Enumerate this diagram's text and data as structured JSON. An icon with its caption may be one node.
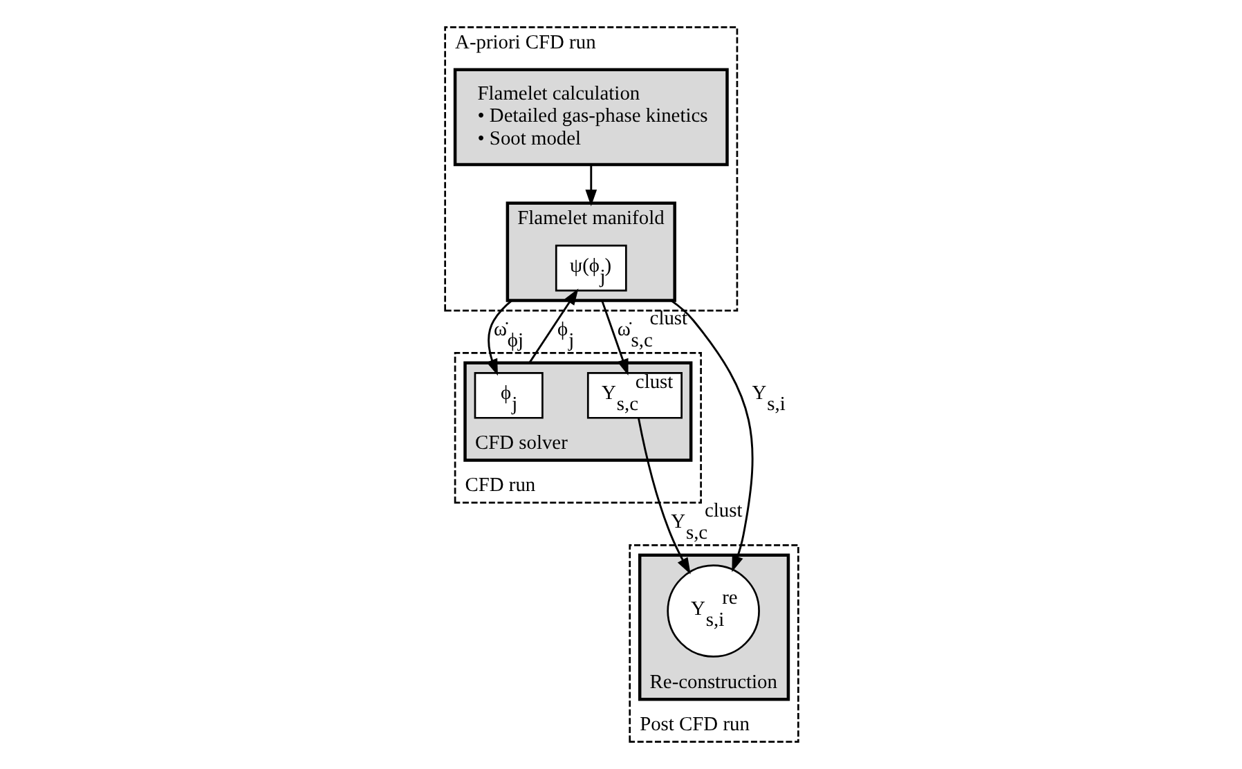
{
  "diagram": {
    "nodes": [
      {
        "text": [
          "A-priori CFD run"
        ]
      },
      {
        "text": [
          "Flamelet calculation",
          "• Detailed gas-phase kinetics",
          "• Soot model"
        ],
        "in": 0
      },
      {
        "text": [
          "Flamelet manifold"
        ],
        "in": 0
      },
      {
        "text": [
          "ψ(ϕ$_{j}$)"
        ],
        "in": 2
      },
      {
        "text": [
          "CFD run"
        ]
      },
      {
        "text": [
          "CFD solver"
        ],
        "in": 4
      },
      {
        "text": [
          "ϕ$_{j}$"
        ],
        "in": 5
      },
      {
        "text": [
          "Y$_{s,c}$$^{clust}$"
        ],
        "in": 5
      },
      {
        "text": [
          "Post CFD run"
        ]
      },
      {
        "text": [
          "Re-construction"
        ],
        "in": 8
      },
      {
        "text": [
          "Y$_{s,i}$$^{re}$"
        ],
        "in": 9
      }
    ],
    "edges": [
      {
        "from": 1,
        "to": 2,
        "arrow": "to"
      },
      {
        "from": 2,
        "to": 6,
        "arrow": "to",
        "label": "ω̇$_{ϕj}$"
      },
      {
        "from": 5,
        "to": 3,
        "arrow": "to",
        "label": "ϕ$_{j}$"
      },
      {
        "from": 2,
        "to": 7,
        "arrow": "to",
        "label": "ω̇$_{s,c}$$^{clust}$"
      },
      {
        "from": 7,
        "to": 10,
        "arrow": "to",
        "label": "Y$_{s,c}$$^{clust}$"
      },
      {
        "from": 2,
        "to": 10,
        "arrow": "to",
        "label": "Y$_{s,i}$"
      }
    ]
  }
}
